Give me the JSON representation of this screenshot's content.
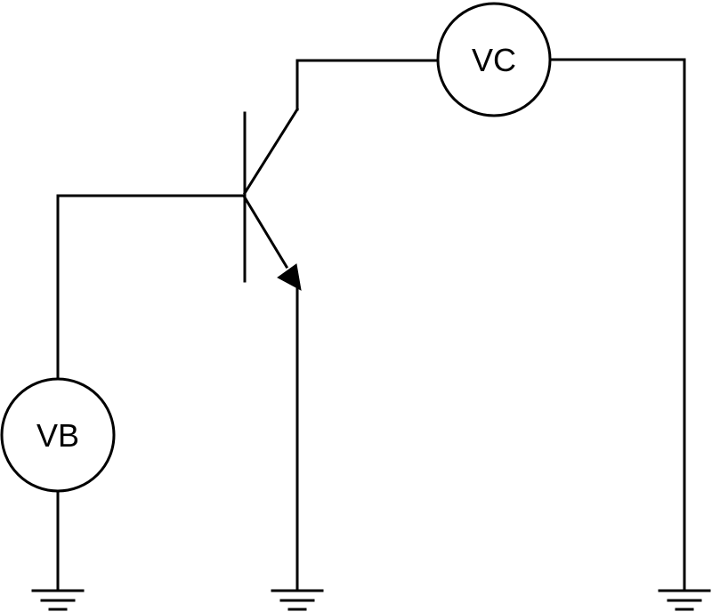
{
  "diagram": {
    "meters": {
      "base": {
        "label": "VB"
      },
      "collector": {
        "label": "VC"
      }
    },
    "transistor": {
      "type": "NPN"
    },
    "grounds": [
      "ground-vb",
      "ground-emitter",
      "ground-vc"
    ],
    "colors": {
      "stroke": "#000000",
      "background": "#ffffff"
    }
  }
}
